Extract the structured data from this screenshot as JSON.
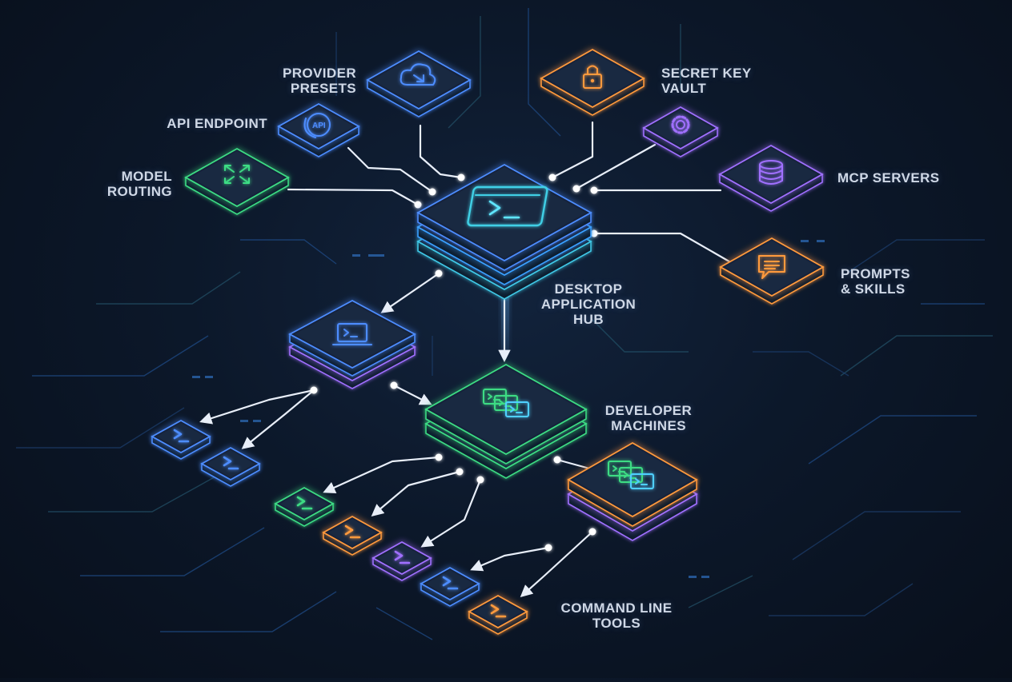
{
  "labels": {
    "provider_presets": "PROVIDER\nPRESETS",
    "secret_key_vault": "SECRET KEY\nVAULT",
    "api_endpoint": "API ENDPOINT",
    "model_routing": "MODEL\nROUTING",
    "mcp_servers": "MCP SERVERS",
    "prompts_skills": "PROMPTS\n& SKILLS",
    "desktop_hub": "DESKTOP\nAPPLICATION\nHUB",
    "developer_machines": "DEVELOPER\nMACHINES",
    "command_line_tools": "COMMAND LINE\nTOOLS"
  },
  "icons": {
    "hub": "terminal-window-icon",
    "provider_presets": "cloud-sync-icon",
    "secret_key_vault": "padlock-icon",
    "api_endpoint": "api-icon",
    "model_routing": "routing-arrows-icon",
    "settings": "gear-icon",
    "mcp_servers": "database-icon",
    "prompts_skills": "chat-document-icon",
    "laptop": "laptop-terminal-icon",
    "machines": "multiple-machines-icon",
    "cli": "terminal-prompt-icon"
  },
  "colors": {
    "background": "#0b1626",
    "blue": "#4d8dff",
    "cyan": "#3fc8e6",
    "green": "#3ddc84",
    "orange": "#ff9a3c",
    "purple": "#a070ff",
    "connector": "#e8eef8"
  }
}
